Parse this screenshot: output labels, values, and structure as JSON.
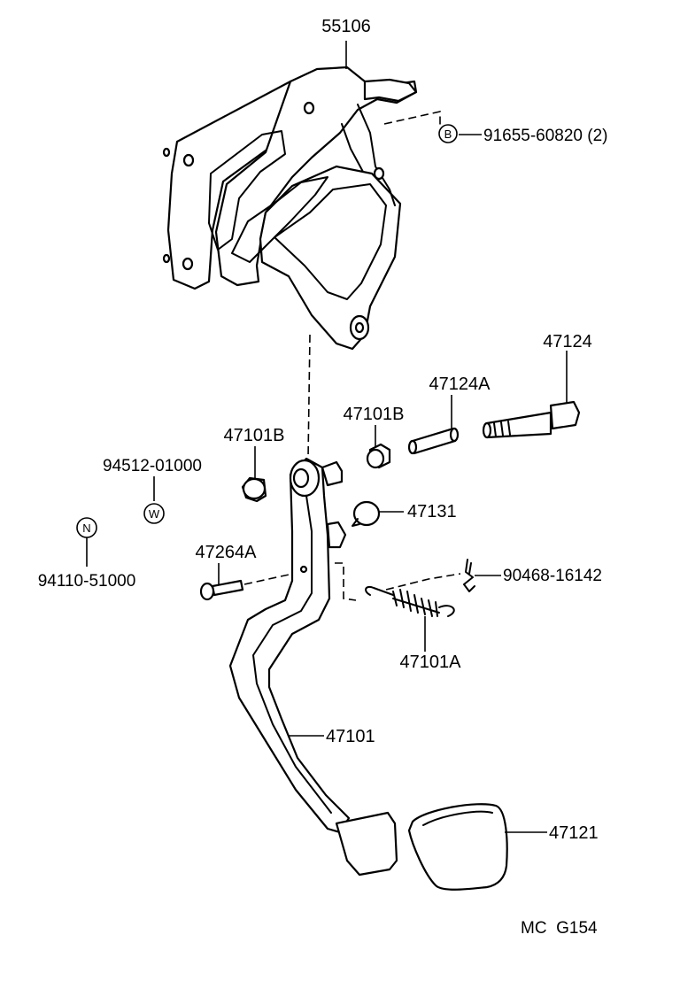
{
  "labels": {
    "bracket": "55106",
    "bolt_b": "91655-60820 (2)",
    "bolt_b_symbol": "B",
    "pedal_bolt": "47124",
    "collar": "47124A",
    "bushing_right": "47101B",
    "bushing_left": "47101B",
    "washer_part": "94512-01000",
    "washer_symbol": "W",
    "nut_symbol": "N",
    "nut_part": "94110-51000",
    "cushion": "47131",
    "pin": "47264A",
    "clip": "90468-16142",
    "spring": "47101A",
    "pedal": "47101",
    "pedal_pad": "47121",
    "diagram_code": "MC  G154"
  }
}
